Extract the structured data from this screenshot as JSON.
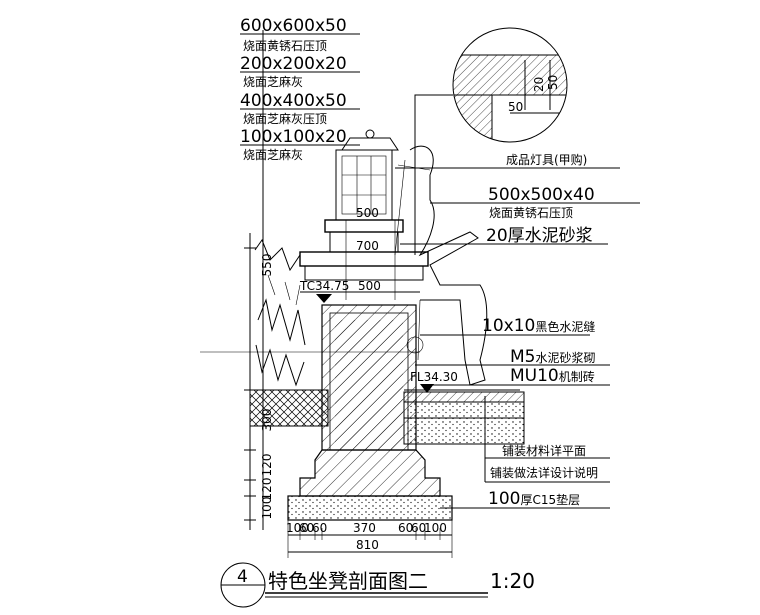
{
  "top_callouts": [
    {
      "spec": "600x600x50",
      "material": "烧面黄锈石压顶"
    },
    {
      "spec": "200x200x20",
      "material": "烧面芝麻灰"
    },
    {
      "spec": "400x400x50",
      "material": "烧面芝麻灰压顶"
    },
    {
      "spec": "100x100x20",
      "material": "烧面芝麻灰"
    }
  ],
  "right_callouts": {
    "lamp": "成品灯具(甲购)",
    "cap_spec": "500x500x40",
    "cap_material": "烧面黄锈石压顶",
    "mortar_20": "20厚水泥砂浆",
    "joint_spec": "10x10",
    "joint_text": "黑色水泥缝",
    "m5_spec": "M5",
    "m5_text": "水泥砂浆砌",
    "mu10_spec": "MU10",
    "mu10_text": "机制砖",
    "paving_1": "铺装材料详平面",
    "paving_2": "铺装做法详设计说明",
    "c15_spec": "100",
    "c15_text": "厚C15垫层"
  },
  "detail": {
    "dim_50a": "50",
    "dim_20": "20",
    "dim_50b": "50"
  },
  "inner_dims": {
    "d500": "500",
    "d700": "700",
    "d500b": "500"
  },
  "elevations": {
    "tc": "TC34.75",
    "fl": "FL34.30"
  },
  "left_dims": {
    "d550": "550",
    "d300": "300",
    "d120a": "120",
    "d120b": "120",
    "d100": "100"
  },
  "bottom_dims": {
    "row1": [
      "100",
      "60",
      "60",
      "370",
      "60",
      "60",
      "100"
    ],
    "total": "810"
  },
  "title": {
    "number": "4",
    "text": "特色坐凳剖面图二",
    "scale": "1:20"
  }
}
